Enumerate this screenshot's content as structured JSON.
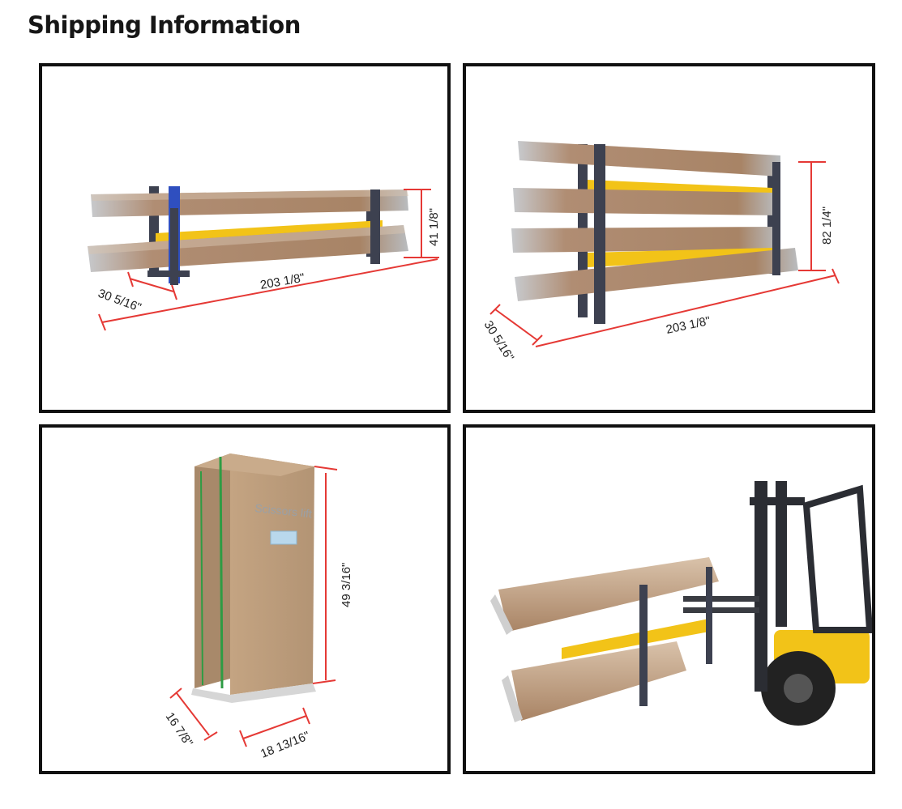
{
  "page": {
    "title": "Shipping Information"
  },
  "panels": {
    "panel_1": {
      "dimensions": [
        "30 5/16\"",
        "203 1/8\"",
        "41 1/8\""
      ]
    },
    "panel_2": {
      "dimensions": [
        "30 5/16\"",
        "203 1/8\"",
        "82 1/4\""
      ]
    },
    "panel_3": {
      "box_label": "Scissors lift",
      "dimensions": [
        "16 7/8\"",
        "18 13/16\"",
        "49 3/16\""
      ]
    },
    "panel_4": {}
  },
  "colors": {
    "dimension_line": "#e53935",
    "cardboard": "#b08a6a",
    "steel_frame": "#3d4150",
    "accent_yellow": "#f2c318",
    "frame_blue": "#2f4fbf"
  }
}
